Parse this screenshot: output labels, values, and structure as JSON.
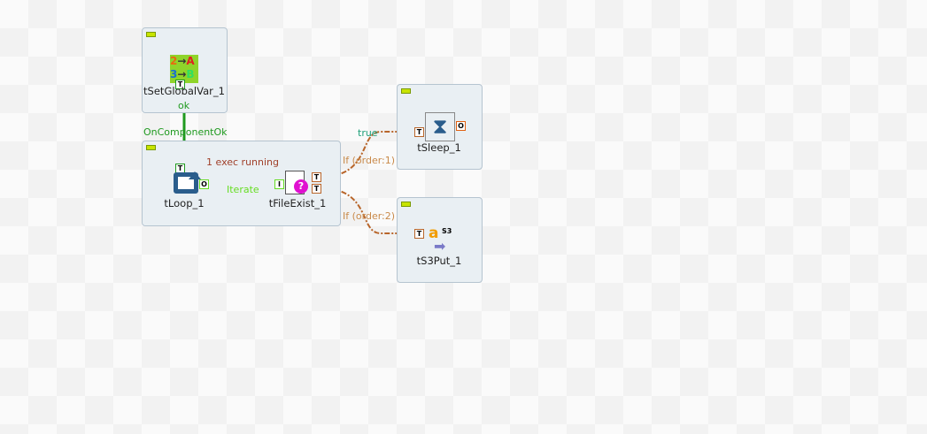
{
  "components": [
    {
      "name": "tSetGlobalVar_1",
      "icon": "set-global-var-icon"
    },
    {
      "name": "tLoop_1",
      "icon": "loop-icon"
    },
    {
      "name": "tFileExist_1",
      "icon": "file-exist-icon"
    },
    {
      "name": "tSleep_1",
      "icon": "hourglass-icon"
    },
    {
      "name": "tS3Put_1",
      "icon": "s3-put-icon",
      "badge": "S3"
    }
  ],
  "links": {
    "ok": "ok",
    "on_component_ok": "OnComponentOk",
    "iterate": "Iterate",
    "if1": "If (order:1)",
    "true": "true",
    "if2": "If (order:2)"
  },
  "status": "1 exec running",
  "ports": {
    "t": "T",
    "o": "O",
    "i": "I"
  },
  "colors": {
    "ok": "#1f9a1f",
    "iterate": "#66dd22",
    "if": "#b8652a"
  }
}
